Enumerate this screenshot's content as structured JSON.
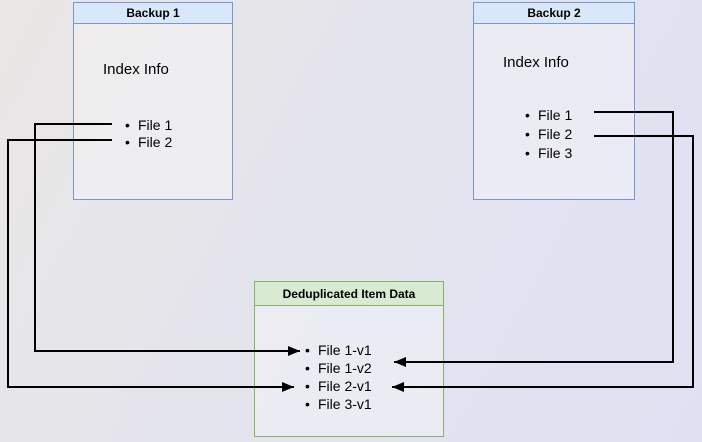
{
  "boxes": {
    "backup1": {
      "title": "Backup 1",
      "section_label": "Index Info",
      "files": [
        "File 1",
        "File 2"
      ]
    },
    "backup2": {
      "title": "Backup 2",
      "section_label": "Index Info",
      "files": [
        "File 1",
        "File 2",
        "File 3"
      ]
    },
    "dedup": {
      "title": "Deduplicated Item Data",
      "items": [
        "File 1-v1",
        "File 1-v2",
        "File 2-v1",
        "File 3-v1"
      ]
    }
  },
  "connections": [
    {
      "from": "Backup 1 / File 1",
      "to": "File 1-v1"
    },
    {
      "from": "Backup 1 / File 2",
      "to": "File 2-v1"
    },
    {
      "from": "Backup 2 / File 1",
      "to": "File 1-v2"
    },
    {
      "from": "Backup 2 / File 2",
      "to": "File 2-v1"
    }
  ],
  "colors": {
    "background_start": "#e9e7e4",
    "background_end": "#dfe1f3",
    "blue_border": "#7b96cb",
    "blue_header_fill": "#d8e7f9",
    "green_border": "#82b366",
    "green_header_fill": "#d8ead2",
    "arrow": "#000000",
    "text": "#000000"
  }
}
